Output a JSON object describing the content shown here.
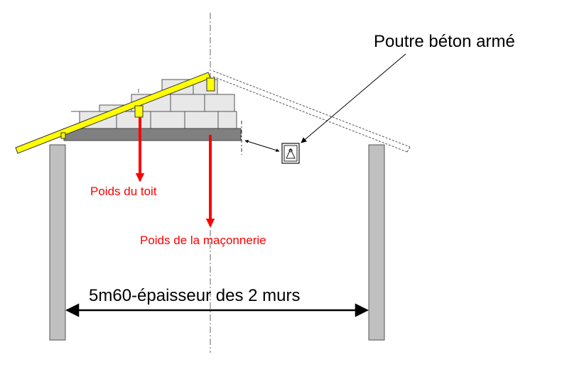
{
  "labels": {
    "beam": "Poutre béton armé",
    "roof_weight": "Poids du toit",
    "masonry_weight": "Poids de la maçonnerie",
    "span": "5m60-épaisseur des 2 murs"
  },
  "colors": {
    "roof": "#ffff00",
    "load_arrow": "#ff0000",
    "load_text": "#ff0000",
    "wall": "#c0c0c0",
    "slab": "#808080",
    "block": "#e6e6e6",
    "outline": "#555555",
    "line": "#000000"
  }
}
